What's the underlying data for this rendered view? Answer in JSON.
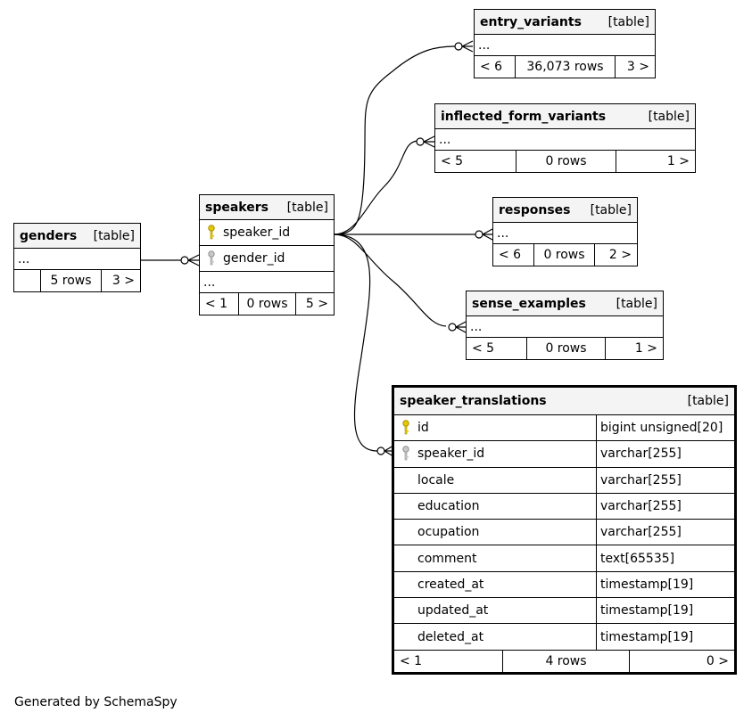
{
  "tables": {
    "entry_variants": {
      "name": "entry_variants",
      "kind": "[table]",
      "ellipsis": "...",
      "parents": "< 6",
      "rows": "36,073 rows",
      "children": "3 >"
    },
    "inflected_form_variants": {
      "name": "inflected_form_variants",
      "kind": "[table]",
      "ellipsis": "...",
      "parents": "< 5",
      "rows": "0 rows",
      "children": "1 >"
    },
    "responses": {
      "name": "responses",
      "kind": "[table]",
      "ellipsis": "...",
      "parents": "< 6",
      "rows": "0 rows",
      "children": "2 >"
    },
    "sense_examples": {
      "name": "sense_examples",
      "kind": "[table]",
      "ellipsis": "...",
      "parents": "< 5",
      "rows": "0 rows",
      "children": "1 >"
    },
    "genders": {
      "name": "genders",
      "kind": "[table]",
      "ellipsis": "...",
      "parents": "",
      "rows": "5 rows",
      "children": "3 >"
    },
    "speakers": {
      "name": "speakers",
      "kind": "[table]",
      "columns": [
        {
          "name": "speaker_id",
          "icon": "primary-key-icon"
        },
        {
          "name": "gender_id",
          "icon": "foreign-key-icon"
        }
      ],
      "ellipsis": "...",
      "parents": "< 1",
      "rows": "0 rows",
      "children": "5 >"
    },
    "speaker_translations": {
      "name": "speaker_translations",
      "kind": "[table]",
      "columns": [
        {
          "name": "id",
          "type": "bigint unsigned[20]",
          "icon": "primary-key-icon"
        },
        {
          "name": "speaker_id",
          "type": "varchar[255]",
          "icon": "foreign-key-icon"
        },
        {
          "name": "locale",
          "type": "varchar[255]"
        },
        {
          "name": "education",
          "type": "varchar[255]"
        },
        {
          "name": "ocupation",
          "type": "varchar[255]"
        },
        {
          "name": "comment",
          "type": "text[65535]"
        },
        {
          "name": "created_at",
          "type": "timestamp[19]"
        },
        {
          "name": "updated_at",
          "type": "timestamp[19]"
        },
        {
          "name": "deleted_at",
          "type": "timestamp[19]"
        }
      ],
      "parents": "< 1",
      "rows": "4 rows",
      "children": "0 >"
    }
  },
  "caption": "Generated by SchemaSpy",
  "colors": {
    "primary_key": "#e6c800",
    "foreign_key": "#b0b0b0",
    "header_bg": "#f4f4f4"
  }
}
